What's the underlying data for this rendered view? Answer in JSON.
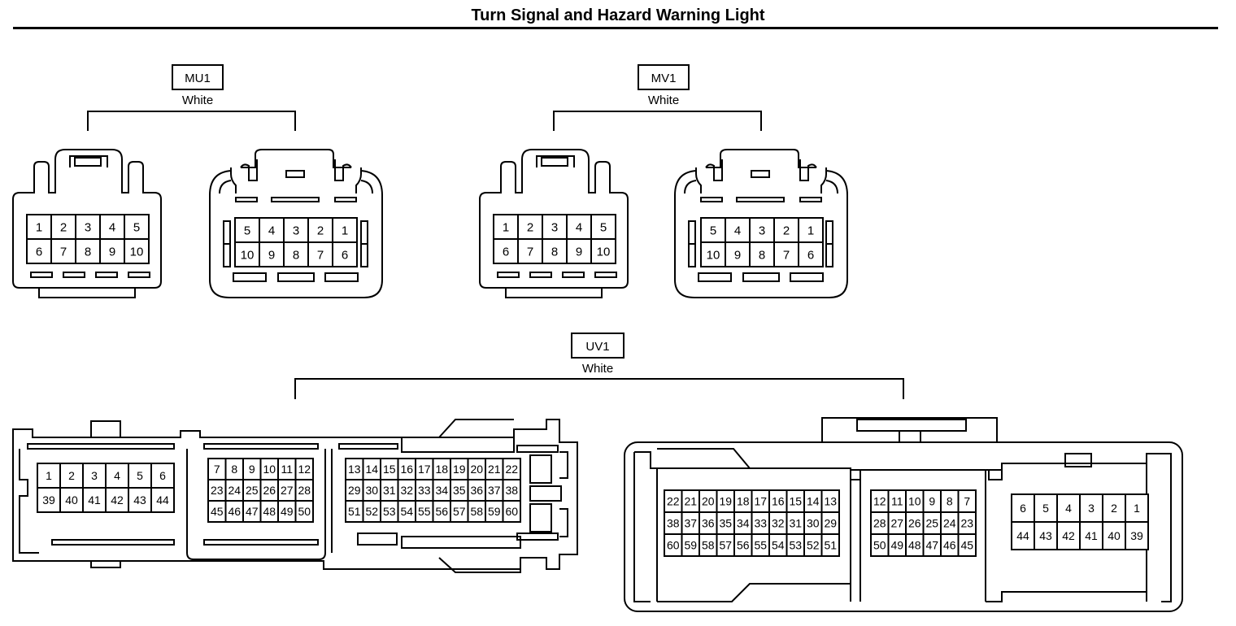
{
  "title": "Turn Signal and Hazard Warning Light",
  "connectors": [
    {
      "id": "MU1",
      "color": "White"
    },
    {
      "id": "MV1",
      "color": "White"
    },
    {
      "id": "UV1",
      "color": "White"
    }
  ],
  "small_female_rows": [
    [
      "1",
      "2",
      "3",
      "4",
      "5"
    ],
    [
      "6",
      "7",
      "8",
      "9",
      "10"
    ]
  ],
  "small_male_rows": [
    [
      "5",
      "4",
      "3",
      "2",
      "1"
    ],
    [
      "10",
      "9",
      "8",
      "7",
      "6"
    ]
  ],
  "uv1_female": {
    "left_rows": [
      [
        "1",
        "2",
        "3",
        "4",
        "5",
        "6"
      ],
      [
        "39",
        "40",
        "41",
        "42",
        "43",
        "44"
      ]
    ],
    "mid_rows": [
      [
        "7",
        "8",
        "9",
        "10",
        "11",
        "12"
      ],
      [
        "23",
        "24",
        "25",
        "26",
        "27",
        "28"
      ],
      [
        "45",
        "46",
        "47",
        "48",
        "49",
        "50"
      ]
    ],
    "right_rows": [
      [
        "13",
        "14",
        "15",
        "16",
        "17",
        "18",
        "19",
        "20",
        "21",
        "22"
      ],
      [
        "29",
        "30",
        "31",
        "32",
        "33",
        "34",
        "35",
        "36",
        "37",
        "38"
      ],
      [
        "51",
        "52",
        "53",
        "54",
        "55",
        "56",
        "57",
        "58",
        "59",
        "60"
      ]
    ]
  },
  "uv1_male": {
    "left_rows": [
      [
        "22",
        "21",
        "20",
        "19",
        "18",
        "17",
        "16",
        "15",
        "14",
        "13"
      ],
      [
        "38",
        "37",
        "36",
        "35",
        "34",
        "33",
        "32",
        "31",
        "30",
        "29"
      ],
      [
        "60",
        "59",
        "58",
        "57",
        "56",
        "55",
        "54",
        "53",
        "52",
        "51"
      ]
    ],
    "mid_rows": [
      [
        "12",
        "11",
        "10",
        "9",
        "8",
        "7"
      ],
      [
        "28",
        "27",
        "26",
        "25",
        "24",
        "23"
      ],
      [
        "50",
        "49",
        "48",
        "47",
        "46",
        "45"
      ]
    ],
    "right_rows": [
      [
        "6",
        "5",
        "4",
        "3",
        "2",
        "1"
      ],
      [
        "44",
        "43",
        "42",
        "41",
        "40",
        "39"
      ]
    ]
  }
}
